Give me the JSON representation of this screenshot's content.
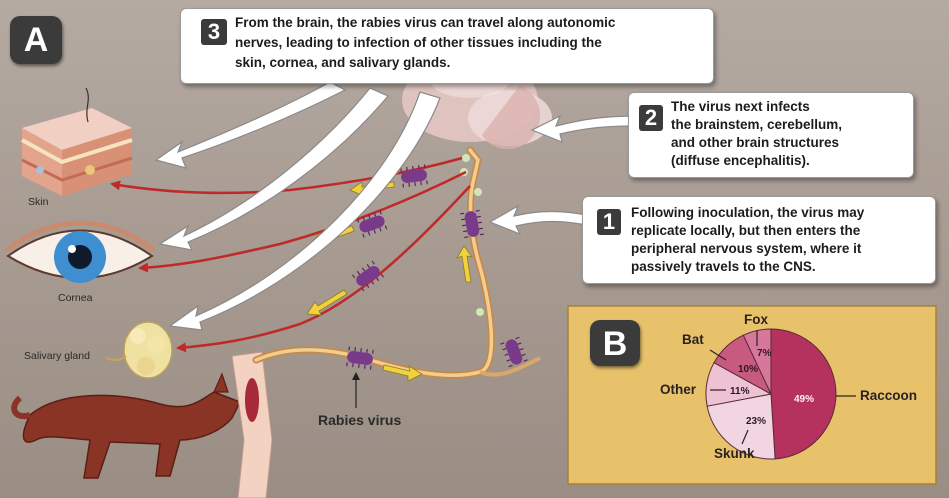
{
  "panel_a": {
    "letter": "A"
  },
  "panel_b": {
    "letter": "B"
  },
  "callout_3": {
    "number": "3",
    "lines": [
      "From the brain, the rabies virus can travel along autonomic",
      "nerves, leading to infection of other tissues including the",
      "skin, cornea, and salivary glands."
    ]
  },
  "callout_2": {
    "number": "2",
    "lines": [
      "The virus next infects",
      "the brainstem, cerebellum,",
      "and other brain structures",
      "(diffuse encephalitis)."
    ]
  },
  "callout_1": {
    "number": "1",
    "lines": [
      "Following inoculation, the virus may",
      "replicate locally, but then enters the",
      "peripheral nervous system, where it",
      "passively travels to the CNS."
    ]
  },
  "tissue_labels": {
    "skin": "Skin",
    "cornea": "Cornea",
    "salivary_gland": "Salivary gland",
    "rabies_virus": "Rabies virus"
  },
  "colors": {
    "pie_panel": "#e7c26b",
    "raccoon": "#b5325e",
    "bat": "#c85a80",
    "fox": "#d7789a",
    "other": "#edc3d3",
    "skunk": "#f1d6e1",
    "nerve": "#d9a86a",
    "red_arrow": "#c0282a",
    "virus": "#7a3a8a"
  },
  "chart_data": {
    "type": "pie",
    "title": "",
    "slices": [
      {
        "label": "Raccoon",
        "value": 49,
        "value_label": "49%"
      },
      {
        "label": "Skunk",
        "value": 23,
        "value_label": "23%"
      },
      {
        "label": "Other",
        "value": 11,
        "value_label": "11%"
      },
      {
        "label": "Bat",
        "value": 10,
        "value_label": "10%"
      },
      {
        "label": "Fox",
        "value": 7,
        "value_label": "7%"
      }
    ]
  }
}
